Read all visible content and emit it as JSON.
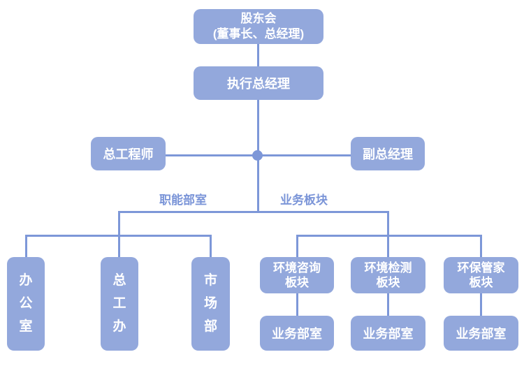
{
  "colors": {
    "background": "#ffffff",
    "box_fill": "#93a8dc",
    "box_text": "#ffffff",
    "line": "#7d97d8",
    "label_text": "#7b95d8"
  },
  "org": {
    "root": {
      "line1": "股东会",
      "line2": "(董事长、总经理)"
    },
    "executive": {
      "label": "执行总经理"
    },
    "chief_engineer": {
      "label": "总工程师"
    },
    "deputy_gm": {
      "label": "副总经理"
    },
    "branch_labels": {
      "functional": "职能部室",
      "business": "业务板块"
    },
    "functional_departments": [
      {
        "name": "办公室",
        "chars": [
          "办",
          "公",
          "室"
        ]
      },
      {
        "name": "总工办",
        "chars": [
          "总",
          "工",
          "办"
        ]
      },
      {
        "name": "市场部",
        "chars": [
          "市",
          "场",
          "部"
        ]
      }
    ],
    "business_sections": [
      {
        "line1": "环境咨询",
        "line2": "板块",
        "sub": "业务部室"
      },
      {
        "line1": "环境检测",
        "line2": "板块",
        "sub": "业务部室"
      },
      {
        "line1": "环保管家",
        "line2": "板块",
        "sub": "业务部室"
      }
    ]
  }
}
